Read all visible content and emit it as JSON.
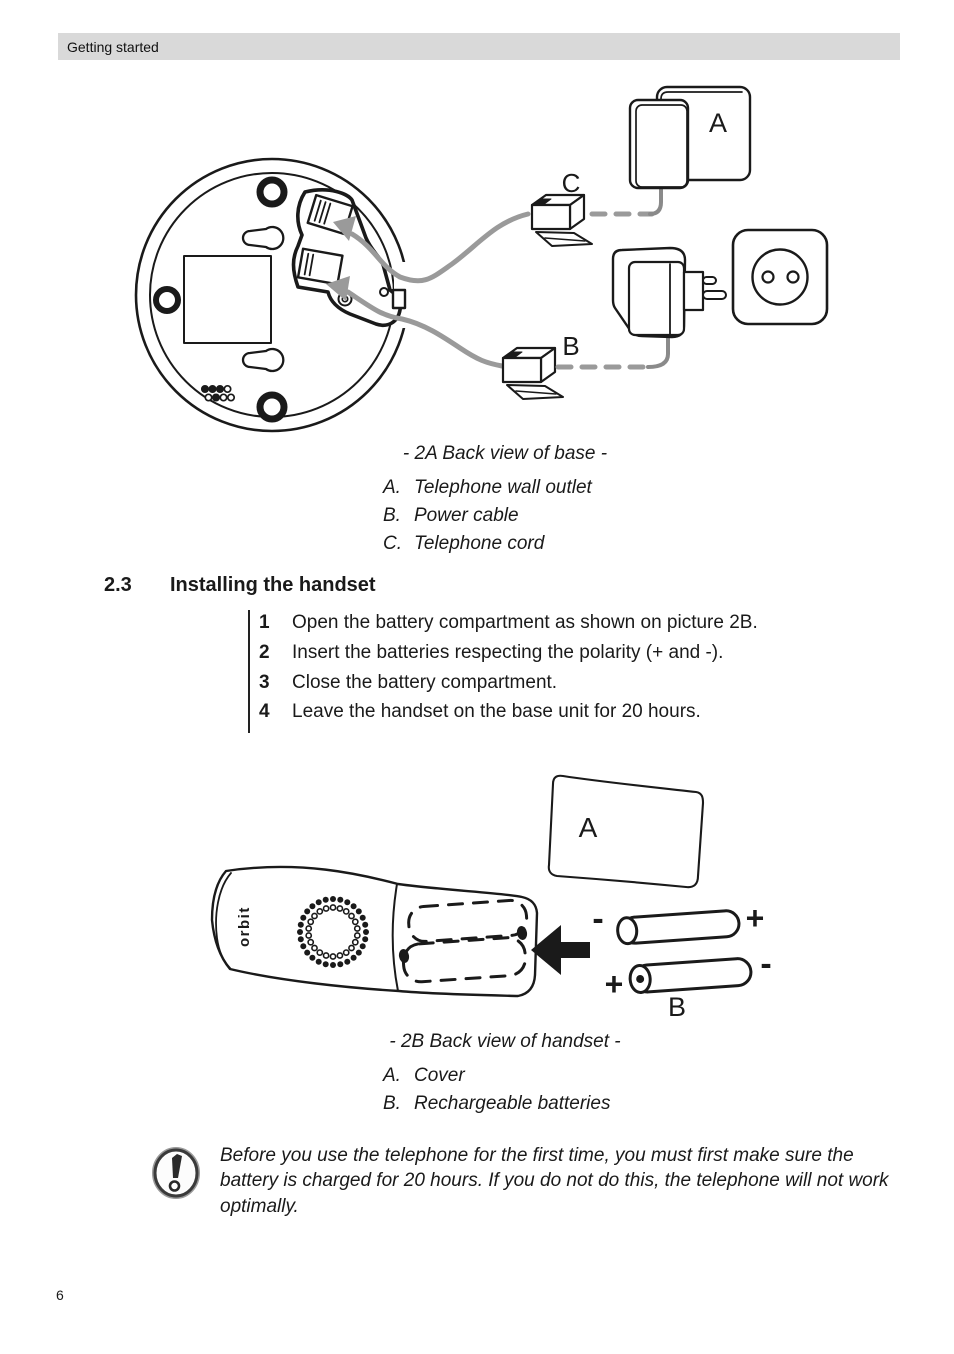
{
  "header": {
    "title": "Getting started"
  },
  "figure_2a": {
    "caption": "- 2A Back view of base -",
    "labels": {
      "a": "A",
      "b": "B",
      "c": "C"
    },
    "legend": [
      {
        "key": "A.",
        "text": "Telephone wall outlet"
      },
      {
        "key": "B.",
        "text": "Power cable"
      },
      {
        "key": "C.",
        "text": "Telephone cord"
      }
    ]
  },
  "section": {
    "number": "2.3",
    "title": "Installing the handset"
  },
  "steps": [
    {
      "num": "1",
      "text": "Open the battery compartment as shown on picture 2B."
    },
    {
      "num": "2",
      "text": "Insert the batteries respecting the polarity (+ and -)."
    },
    {
      "num": "3",
      "text": "Close the battery compartment."
    },
    {
      "num": "4",
      "text": "Leave the handset on the base unit for 20 hours."
    }
  ],
  "figure_2b": {
    "caption": "- 2B Back view of handset -",
    "labels": {
      "a": "A",
      "b": "B",
      "brand": "orbit",
      "plus": "+",
      "minus": "-"
    },
    "legend": [
      {
        "key": "A.",
        "text": "Cover"
      },
      {
        "key": "B.",
        "text": "Rechargeable batteries"
      }
    ]
  },
  "note": {
    "text": "Before you use the telephone for the first time, you must first make sure the battery is charged for 20 hours. If you do not do this, the telephone will not work optimally."
  },
  "page": {
    "number": "6"
  },
  "colors": {
    "ink": "#1a1a1a",
    "cable_gray": "#9a9a9a",
    "header_bg": "#d9d9d9"
  }
}
